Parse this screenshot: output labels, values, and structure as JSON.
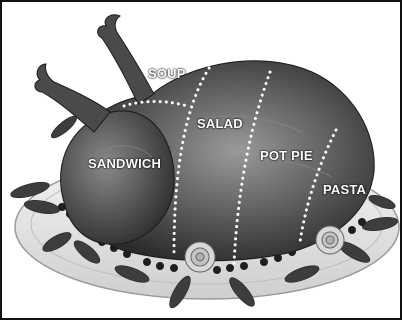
{
  "labels": {
    "soup": "SOUP",
    "salad": "SALAD",
    "sandwich": "SANDWICH",
    "pot_pie": "POT PIE",
    "pasta": "PASTA"
  },
  "colors": {
    "label_text": "#ffffff",
    "divider_dots": "#ffffff",
    "frame_border": "#111111"
  }
}
